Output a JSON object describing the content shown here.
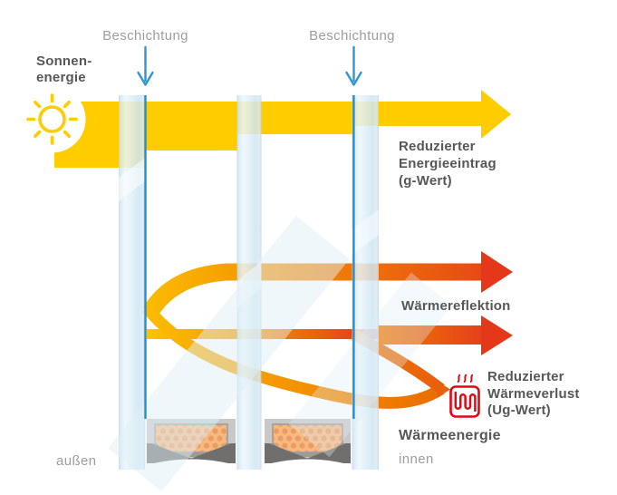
{
  "labels": {
    "coating_left": "Beschichtung",
    "coating_right": "Beschichtung",
    "solar_energy": [
      "Sonnen-",
      "energie"
    ],
    "g_value": [
      "Reduzierter",
      "Energieeintrag",
      "(g-Wert)"
    ],
    "heat_reflection": "Wärmereflektion",
    "ug_value": [
      "Reduzierter",
      "Wärmeverlust",
      "(Ug-Wert)"
    ],
    "heat_energy": "Wärmeenergie",
    "outside": "außen",
    "inside": "innen"
  },
  "icons": {
    "sun": "sun-icon",
    "radiator": "radiator-icon",
    "coating_pointer_left": "arrow-down-icon",
    "coating_pointer_right": "arrow-down-icon"
  },
  "colors": {
    "solar_yellow": "#FFCC00",
    "heat_orange": "#F49300",
    "heat_red_orange": "#E5381A",
    "coating_blue": "#2191CE",
    "pointer_blue": "#2E96D2",
    "glass_blue_light": "#EBF6FB",
    "glass_blue": "#CDE3F0",
    "text_dark": "#575756",
    "text_gray": "#9D9D9C",
    "radiator_red": "#E30613",
    "spacer_orange_fill": "#F6B981",
    "spacer_orange_dots": "#EC9C5F",
    "spacer_gray": "#C9C8C7",
    "spacer_dark_gray": "#716F6E"
  }
}
